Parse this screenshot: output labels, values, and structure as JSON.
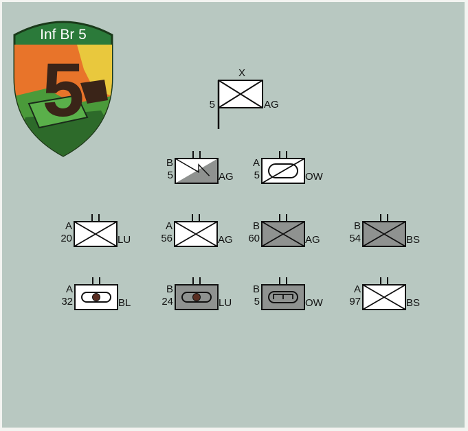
{
  "badge": {
    "text": "Inf Br 5",
    "numeral": "5",
    "colors": {
      "ring": "#2b7a3a",
      "orange": "#e8742a",
      "yellow": "#e9c83d",
      "dark": "#3a2418",
      "green": "#4a9a3a"
    }
  },
  "colors": {
    "background": "#b8c8c1",
    "grey_fill": "#8f9290",
    "white_fill": "#ffffff",
    "line": "#111111"
  },
  "hq": {
    "echelon": "X",
    "number": "5",
    "location": "AG"
  },
  "units": [
    {
      "id": "b5ag",
      "echelon": "II",
      "type": "B",
      "number": "5",
      "location": "AG",
      "fill": "half",
      "symbol": "staff"
    },
    {
      "id": "a5ow",
      "echelon": "II",
      "type": "A",
      "number": "5",
      "location": "OW",
      "fill": "white",
      "symbol": "armored-slash"
    },
    {
      "id": "a20lu",
      "echelon": "II",
      "type": "A",
      "number": "20",
      "location": "LU",
      "fill": "white",
      "symbol": "infantry"
    },
    {
      "id": "a56ag",
      "echelon": "II",
      "type": "A",
      "number": "56",
      "location": "AG",
      "fill": "white",
      "symbol": "infantry"
    },
    {
      "id": "b60ag",
      "echelon": "II",
      "type": "B",
      "number": "60",
      "location": "AG",
      "fill": "grey",
      "symbol": "infantry"
    },
    {
      "id": "b54bs",
      "echelon": "II",
      "type": "B",
      "number": "54",
      "location": "BS",
      "fill": "grey",
      "symbol": "infantry"
    },
    {
      "id": "a32bl",
      "echelon": "II",
      "type": "A",
      "number": "32",
      "location": "BL",
      "fill": "white",
      "symbol": "armored-artillery"
    },
    {
      "id": "b24lu",
      "echelon": "II",
      "type": "B",
      "number": "24",
      "location": "LU",
      "fill": "grey",
      "symbol": "armored-artillery"
    },
    {
      "id": "b5ow",
      "echelon": "II",
      "type": "B",
      "number": "5",
      "location": "OW",
      "fill": "grey",
      "symbol": "armored-engineer"
    },
    {
      "id": "a97bs",
      "echelon": "II",
      "type": "A",
      "number": "97",
      "location": "BS",
      "fill": "white",
      "symbol": "infantry"
    }
  ]
}
